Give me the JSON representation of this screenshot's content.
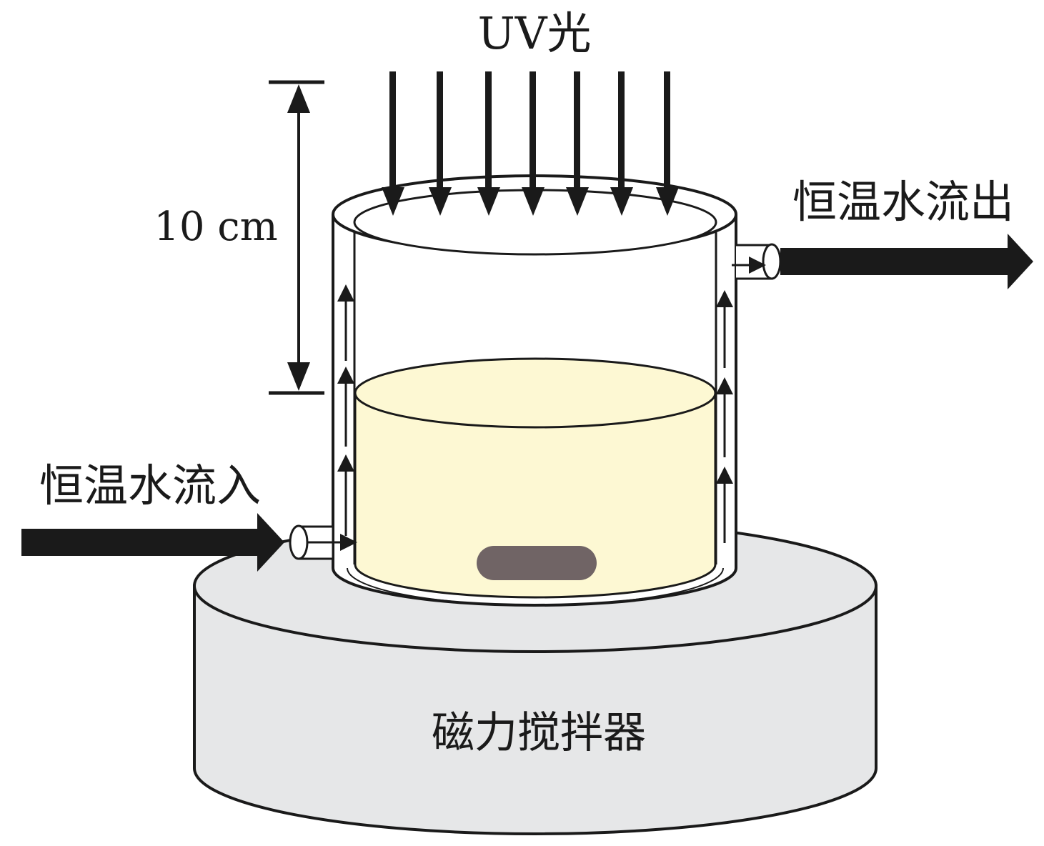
{
  "labels": {
    "uv_light": "UV光",
    "height_dimension": "10 cm",
    "water_outlet": "恒温水流出",
    "water_inlet": "恒温水流入",
    "stirrer": "磁力搅拌器"
  },
  "colors": {
    "outline": "#1a1a1a",
    "solution": "#fdf8d3",
    "stirrer_body": "#e6e7e8",
    "stir_bar": "#706465",
    "glass": "#ffffff"
  },
  "icons": {
    "uv_rays": "down-arrow-icon",
    "flow": "up-arrow-icon",
    "inlet": "right-arrow-icon",
    "outlet": "right-arrow-icon"
  }
}
